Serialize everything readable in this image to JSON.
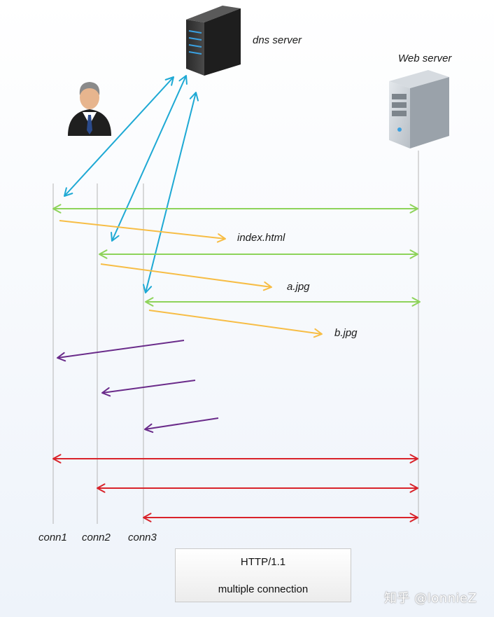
{
  "labels": {
    "dns_server": "dns server",
    "web_server": "Web server",
    "conn1": "conn1",
    "conn2": "conn2",
    "conn3": "conn3"
  },
  "requests": {
    "index": "index.html",
    "a": "a.jpg",
    "b": "b.jpg"
  },
  "caption": {
    "line1": "HTTP/1.1",
    "line2": "multiple connection"
  },
  "watermark": "知乎 @lonnieZ",
  "colors": {
    "dns_lookup": "#1ea9d4",
    "tcp_handshake": "#8ed35a",
    "request": "#f7bd45",
    "response": "#6a2b8a",
    "close": "#d9232a",
    "timeline": "#b5b5b5"
  }
}
